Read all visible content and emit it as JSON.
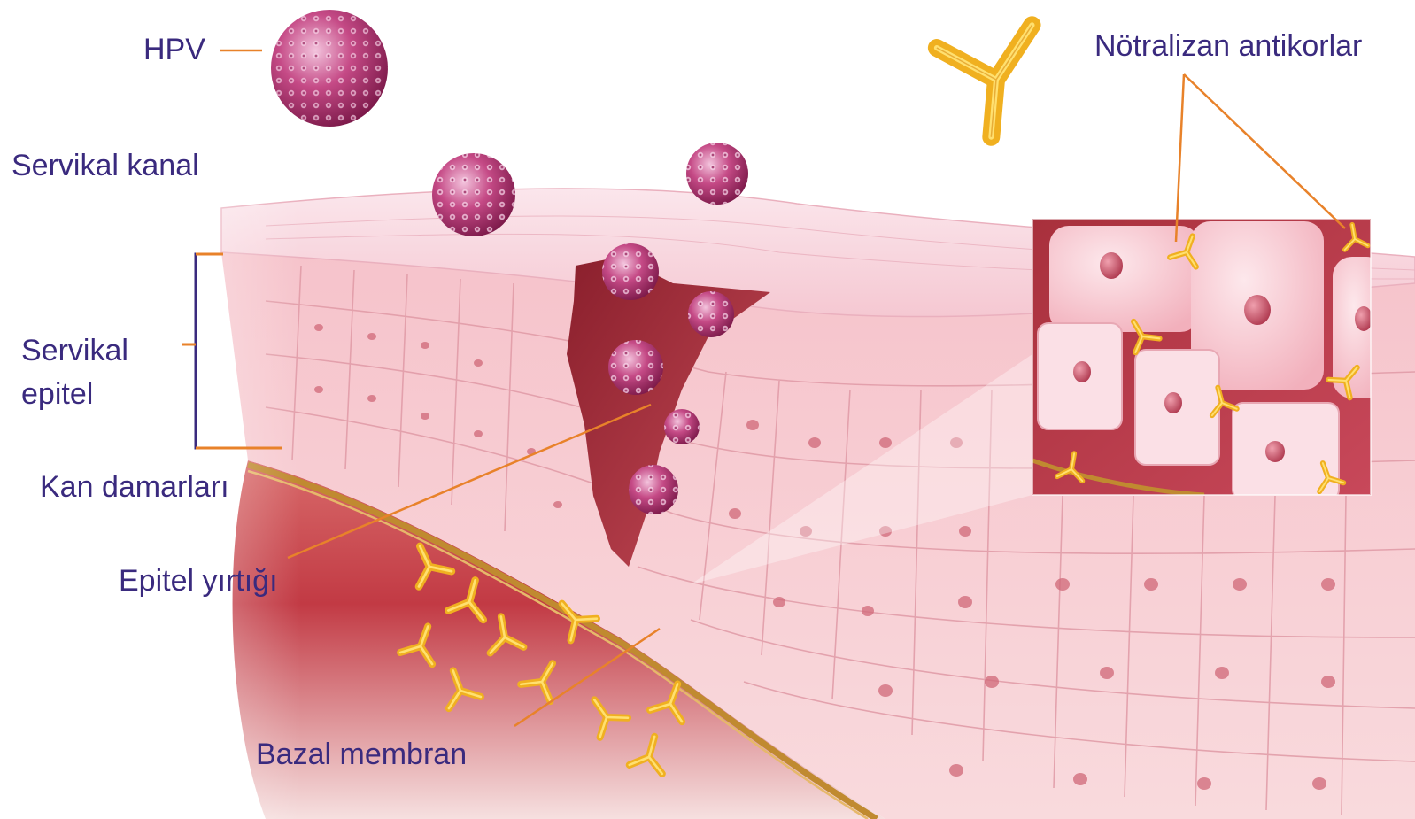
{
  "labels": {
    "hpv": "HPV",
    "cervical_canal": "Servikal kanal",
    "cervical_epithelium_line1": "Servikal",
    "cervical_epithelium_line2": "epitel",
    "blood_vessels": "Kan damarları",
    "epithelial_tear": "Epitel yırtığı",
    "basal_membrane": "Bazal membran",
    "neutralizing_antibodies": "Nötralizan antikorlar"
  },
  "colors": {
    "label_text": "#3a2a7e",
    "leader_line": "#e8822a",
    "bracket": "#3a2a7e",
    "virus": "#b0306e",
    "virus_highlight": "#f0b8d8",
    "antibody": "#f0b020",
    "tissue_light": "#f8dce0",
    "tissue_mid": "#f0b8c0",
    "blood": "#b02030",
    "cell_nucleus": "#d06878",
    "basal_membrane": "#c08a30"
  }
}
